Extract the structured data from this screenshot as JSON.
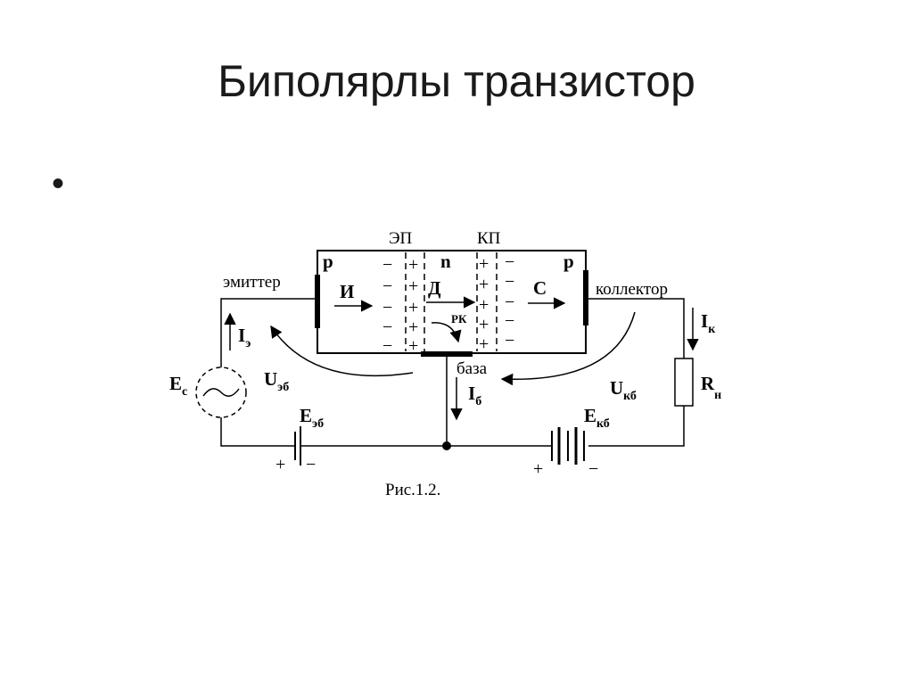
{
  "title": "Биполярлы транзистор",
  "bullet": "•",
  "diagram": {
    "junction_emitter": "ЭП",
    "junction_collector": "КП",
    "region_p_left": "p",
    "region_n": "n",
    "region_p_right": "p",
    "emitter": "эмиттер",
    "collector": "коллектор",
    "base": "база",
    "injection": "И",
    "diffusion": "Д",
    "recombination": "РК",
    "collection": "С",
    "emitter_current": "I",
    "emitter_current_sub": "э",
    "base_current": "I",
    "base_current_sub": "б",
    "collector_current": "I",
    "collector_current_sub": "к",
    "voltage_eb": "U",
    "voltage_eb_sub": "эб",
    "voltage_kb": "U",
    "voltage_kb_sub": "кб",
    "source_signal": "E",
    "source_signal_sub": "c",
    "source_eb": "E",
    "source_eb_sub": "эб",
    "source_kb": "E",
    "source_kb_sub": "кб",
    "load": "R",
    "load_sub": "н",
    "plus": "+",
    "minus": "−",
    "caption": "Рис.1.2."
  }
}
